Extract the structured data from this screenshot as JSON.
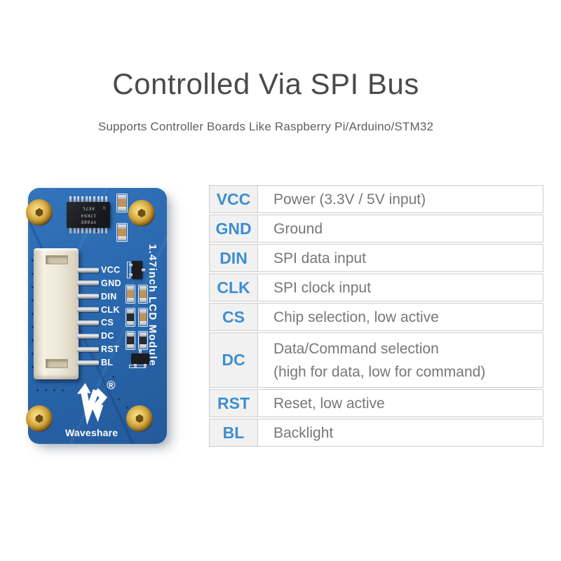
{
  "header": {
    "title": "Controlled Via SPI Bus",
    "subtitle": "Supports Controller Boards Like Raspberry Pi/Arduino/STM32"
  },
  "pcb": {
    "side_text": "1.47inch LCD Module",
    "brand": "Waveshare",
    "registered_mark": "®",
    "ic_marking": [
      "YF08E",
      "17K94",
      "AX7L"
    ],
    "pin_labels": [
      "VCC",
      "GND",
      "DIN",
      "CLK",
      "CS",
      "DC",
      "RST",
      "BL"
    ]
  },
  "pinout_table": {
    "rows": [
      {
        "pin": "VCC",
        "desc": [
          "Power (3.3V / 5V input)"
        ]
      },
      {
        "pin": "GND",
        "desc": [
          "Ground"
        ]
      },
      {
        "pin": "DIN",
        "desc": [
          "SPI data input"
        ]
      },
      {
        "pin": "CLK",
        "desc": [
          "SPI clock input"
        ]
      },
      {
        "pin": "CS",
        "desc": [
          "Chip selection, low active"
        ]
      },
      {
        "pin": "DC",
        "desc": [
          "Data/Command selection",
          "(high for data, low for command)"
        ]
      },
      {
        "pin": "RST",
        "desc": [
          "Reset, low active"
        ]
      },
      {
        "pin": "BL",
        "desc": [
          "Backlight"
        ]
      }
    ]
  },
  "colors": {
    "accent": "#3d8ed2",
    "title_text": "#4a4a4a",
    "subtitle_text": "#606060",
    "description_text": "#777777",
    "table_border": "#cdcdcd",
    "pin_cell_background": "#f1f1f1",
    "board_blue": "#2a68ae",
    "screw_gold": "#d9ad49",
    "connector_cream": "#ece6d6",
    "silkscreen_white": "#ffffff"
  }
}
